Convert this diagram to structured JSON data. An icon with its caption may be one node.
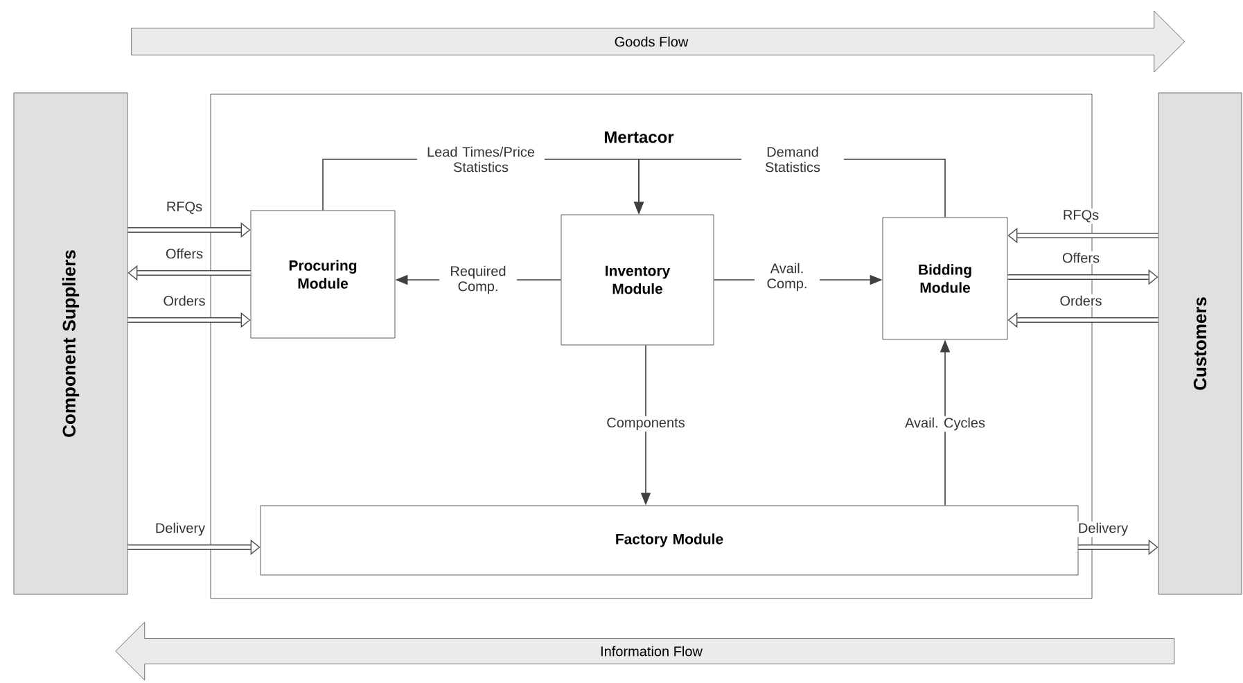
{
  "diagram": {
    "nodes": [
      {
        "text": [
          "Component Suppliers"
        ]
      },
      {
        "text": [
          "Customers"
        ]
      },
      {
        "text": [
          "Mertacor"
        ]
      },
      {
        "text": [
          "Procuring Module"
        ],
        "in": 2
      },
      {
        "text": [
          "Inventory Module"
        ],
        "in": 2
      },
      {
        "text": [
          "Bidding Module"
        ],
        "in": 2
      },
      {
        "text": [
          "Factory Module"
        ],
        "in": 2
      },
      {
        "text": [
          "Goods Flow"
        ]
      },
      {
        "text": [
          "Information Flow"
        ]
      }
    ],
    "edges": [
      {
        "from": 0,
        "to": 3,
        "arrow": "to",
        "label": "RFQs"
      },
      {
        "from": 3,
        "to": 0,
        "arrow": "to",
        "label": "Offers"
      },
      {
        "from": 0,
        "to": 3,
        "arrow": "to",
        "label": "Orders"
      },
      {
        "from": 1,
        "to": 5,
        "arrow": "to",
        "label": "RFQs"
      },
      {
        "from": 5,
        "to": 1,
        "arrow": "to",
        "label": "Offers"
      },
      {
        "from": 1,
        "to": 5,
        "arrow": "to",
        "label": "Orders"
      },
      {
        "from": 0,
        "to": 6,
        "arrow": "to",
        "label": "Delivery"
      },
      {
        "from": 6,
        "to": 1,
        "arrow": "to",
        "label": "Delivery"
      },
      {
        "from": 3,
        "to": 4,
        "arrow": "to",
        "label": "Lead Times/Price Statistics"
      },
      {
        "from": 5,
        "to": 4,
        "arrow": "to",
        "label": "Demand Statistics"
      },
      {
        "from": 4,
        "to": 3,
        "arrow": "to",
        "label": "Required Comp."
      },
      {
        "from": 4,
        "to": 5,
        "arrow": "to",
        "label": "Avail. Comp."
      },
      {
        "from": 4,
        "to": 6,
        "arrow": "to",
        "label": "Components"
      },
      {
        "from": 6,
        "to": 5,
        "arrow": "to",
        "label": "Avail. Cycles"
      }
    ]
  }
}
